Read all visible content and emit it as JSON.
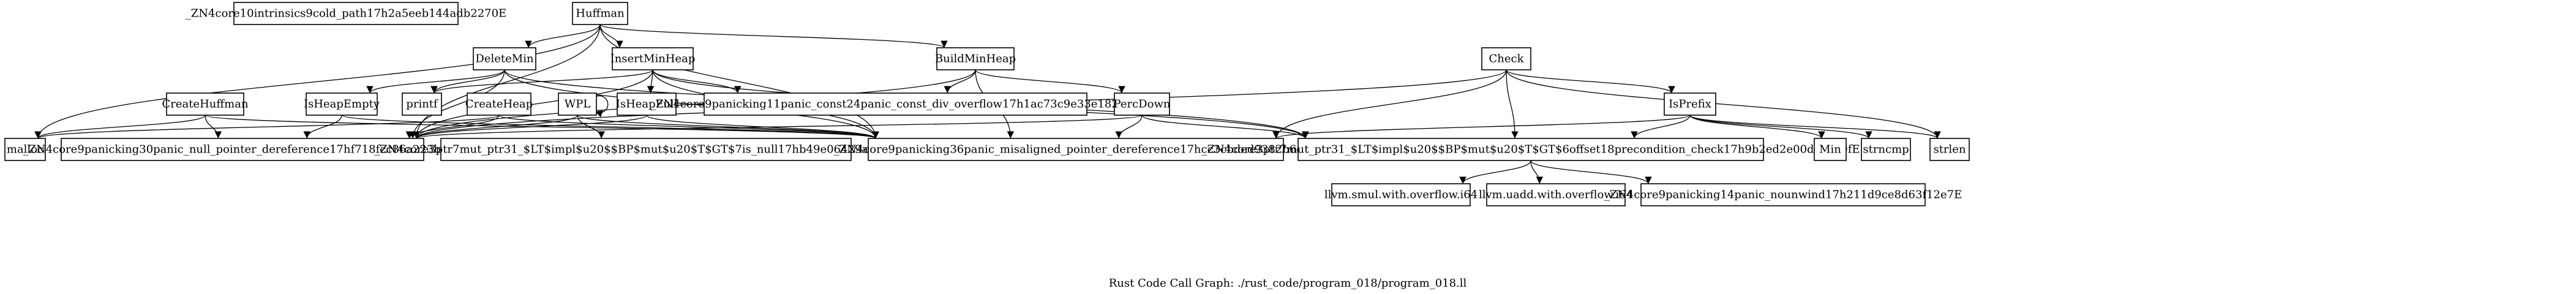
{
  "title": "Rust Code Call Graph: ./rust_code/program_018/program_018.ll",
  "nodes": [
    {
      "id": "cold_path",
      "label": "_ZN4core10intrinsics9cold_path17h2a5eeb144adb2270E"
    },
    {
      "id": "Huffman",
      "label": "Huffman"
    },
    {
      "id": "DeleteMin",
      "label": "DeleteMin"
    },
    {
      "id": "InsertMinHeap",
      "label": "InsertMinHeap"
    },
    {
      "id": "BuildMinHeap",
      "label": "BuildMinHeap"
    },
    {
      "id": "Check",
      "label": "Check"
    },
    {
      "id": "CreateHuffman",
      "label": "CreateHuffman"
    },
    {
      "id": "IsHeapEmpty",
      "label": "IsHeapEmpty"
    },
    {
      "id": "printf",
      "label": "printf"
    },
    {
      "id": "CreateHeap",
      "label": "CreateHeap"
    },
    {
      "id": "WPL",
      "label": "WPL"
    },
    {
      "id": "IsHeapFull",
      "label": "IsHeapFull"
    },
    {
      "id": "div_overflow",
      "label": "_ZN4core9panicking11panic_const24panic_const_div_overflow17h1ac73c9e33e18298E"
    },
    {
      "id": "PercDown",
      "label": "PercDown"
    },
    {
      "id": "IsPrefix",
      "label": "IsPrefix"
    },
    {
      "id": "malloc",
      "label": "malloc"
    },
    {
      "id": "null_deref",
      "label": "_ZN4core9panicking30panic_null_pointer_dereference17hf718fcc86a223baaE"
    },
    {
      "id": "is_null",
      "label": "_ZN4core3ptr7mut_ptr31_$LT$impl$u20$$BP$mut$u20$T$GT$7is_null17hb49e06429ad5c904E"
    },
    {
      "id": "misaligned",
      "label": "_ZN4core9panicking36panic_misaligned_pointer_dereference17hcc3cbded9382b6e5E"
    },
    {
      "id": "offset_check",
      "label": "_ZN4core3ptr7mut_ptr31_$LT$impl$u20$$BP$mut$u20$T$GT$6offset18precondition_check17h9b2ed2e00da53c9fE"
    },
    {
      "id": "Min",
      "label": "Min"
    },
    {
      "id": "strncmp",
      "label": "strncmp"
    },
    {
      "id": "strlen",
      "label": "strlen"
    },
    {
      "id": "smul",
      "label": "llvm.smul.with.overflow.i64"
    },
    {
      "id": "uadd",
      "label": "llvm.uadd.with.overflow.i64"
    },
    {
      "id": "nounwind",
      "label": "_ZN4core9panicking14panic_nounwind17h211d9ce8d63f12e7E"
    }
  ],
  "edges": [
    [
      "Huffman",
      "DeleteMin"
    ],
    [
      "Huffman",
      "InsertMinHeap"
    ],
    [
      "Huffman",
      "BuildMinHeap"
    ],
    [
      "Huffman",
      "malloc"
    ],
    [
      "Huffman",
      "null_deref"
    ],
    [
      "Huffman",
      "misaligned"
    ],
    [
      "DeleteMin",
      "IsHeapEmpty"
    ],
    [
      "DeleteMin",
      "printf"
    ],
    [
      "DeleteMin",
      "null_deref"
    ],
    [
      "DeleteMin",
      "misaligned"
    ],
    [
      "DeleteMin",
      "offset_check"
    ],
    [
      "InsertMinHeap",
      "IsHeapFull"
    ],
    [
      "InsertMinHeap",
      "printf"
    ],
    [
      "InsertMinHeap",
      "div_overflow"
    ],
    [
      "InsertMinHeap",
      "null_deref"
    ],
    [
      "InsertMinHeap",
      "misaligned"
    ],
    [
      "InsertMinHeap",
      "offset_check"
    ],
    [
      "BuildMinHeap",
      "div_overflow"
    ],
    [
      "BuildMinHeap",
      "PercDown"
    ],
    [
      "BuildMinHeap",
      "null_deref"
    ],
    [
      "BuildMinHeap",
      "misaligned"
    ],
    [
      "Check",
      "IsPrefix"
    ],
    [
      "Check",
      "strlen"
    ],
    [
      "Check",
      "null_deref"
    ],
    [
      "Check",
      "misaligned"
    ],
    [
      "Check",
      "offset_check"
    ],
    [
      "CreateHuffman",
      "malloc"
    ],
    [
      "CreateHuffman",
      "null_deref"
    ],
    [
      "CreateHuffman",
      "misaligned"
    ],
    [
      "IsHeapEmpty",
      "null_deref"
    ],
    [
      "IsHeapEmpty",
      "misaligned"
    ],
    [
      "CreateHeap",
      "malloc"
    ],
    [
      "CreateHeap",
      "null_deref"
    ],
    [
      "CreateHeap",
      "misaligned"
    ],
    [
      "WPL",
      "WPL"
    ],
    [
      "WPL",
      "null_deref"
    ],
    [
      "WPL",
      "is_null"
    ],
    [
      "WPL",
      "misaligned"
    ],
    [
      "IsHeapFull",
      "null_deref"
    ],
    [
      "IsHeapFull",
      "misaligned"
    ],
    [
      "PercDown",
      "null_deref"
    ],
    [
      "PercDown",
      "misaligned"
    ],
    [
      "PercDown",
      "offset_check"
    ],
    [
      "IsPrefix",
      "offset_check"
    ],
    [
      "IsPrefix",
      "Min"
    ],
    [
      "IsPrefix",
      "strncmp"
    ],
    [
      "IsPrefix",
      "strlen"
    ],
    [
      "IsPrefix",
      "misaligned"
    ],
    [
      "offset_check",
      "smul"
    ],
    [
      "offset_check",
      "uadd"
    ],
    [
      "offset_check",
      "nounwind"
    ]
  ]
}
